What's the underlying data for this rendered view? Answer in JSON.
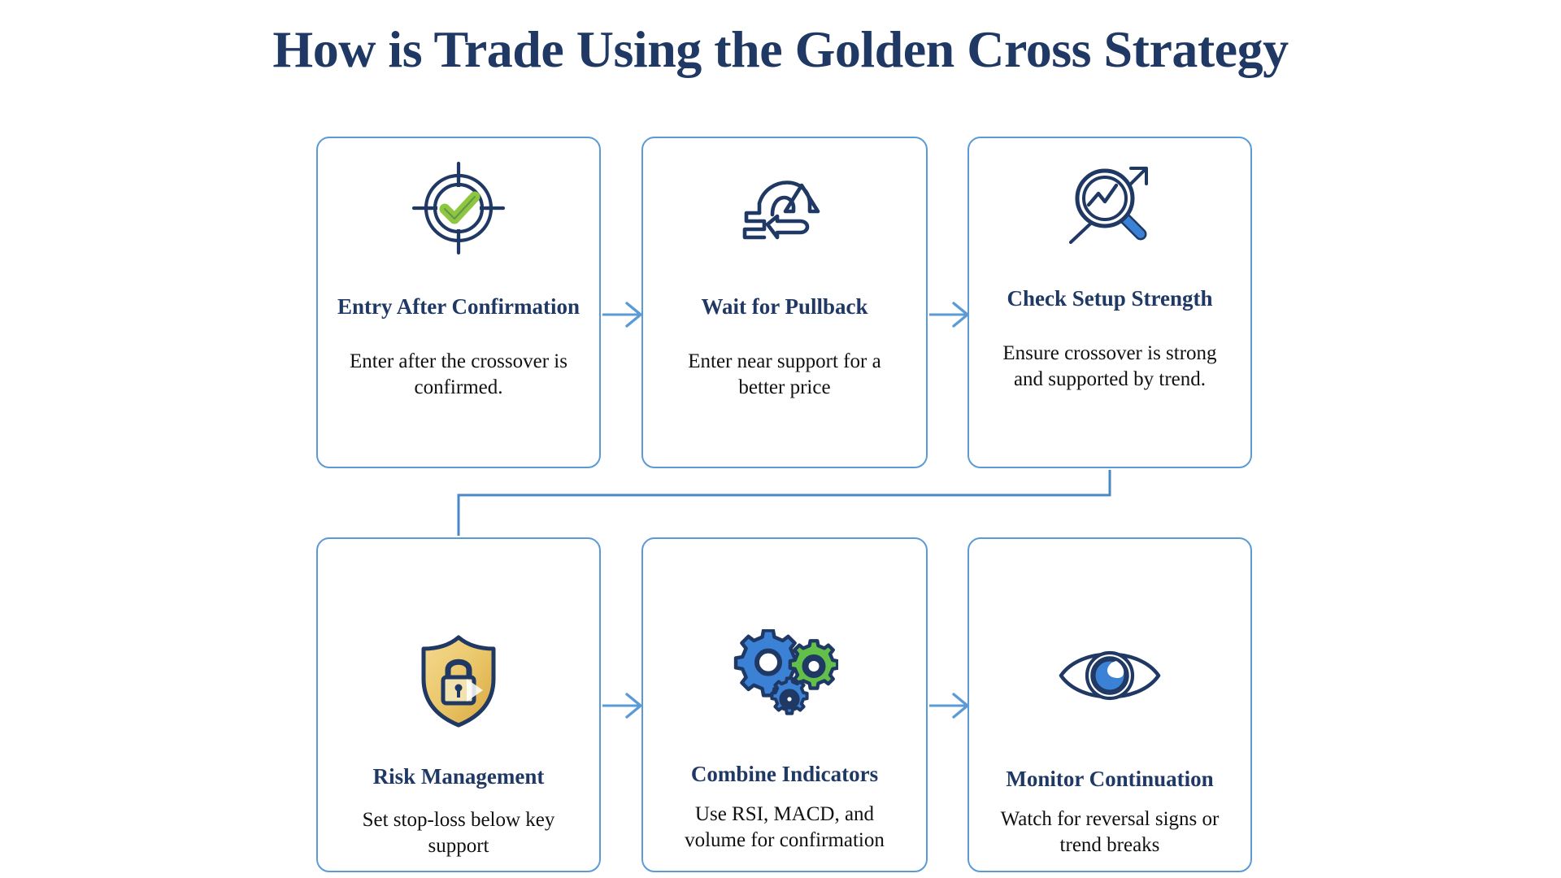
{
  "page": {
    "title": "How is Trade Using the Golden Cross Strategy",
    "background_color": "#ffffff"
  },
  "theme": {
    "title_color": "#1f3864",
    "card_title_color": "#1f3864",
    "card_border_color": "#5b9bd5",
    "card_background": "#ffffff",
    "body_text_color": "#111111",
    "connector_color": "#4a89c8",
    "arrow_color": "#5b9bd5",
    "icon_navy": "#1f3864",
    "icon_green": "#8dc63f",
    "icon_gear_green": "#62c04a",
    "icon_blue": "#3b82d6",
    "icon_gold": "#e8c168"
  },
  "flow": {
    "row1": [
      {
        "id": "entry",
        "icon": "target-check-icon",
        "title": "Entry After Confirmation",
        "description": "Enter after the crossover is confirmed."
      },
      {
        "id": "pullback",
        "icon": "pullback-arrows-icon",
        "title": "Wait for Pullback",
        "description": "Enter near support for a better price"
      },
      {
        "id": "strength",
        "icon": "magnifier-chart-icon",
        "title": "Check Setup Strength",
        "description": "Ensure crossover is strong and supported by trend."
      }
    ],
    "row2": [
      {
        "id": "risk",
        "icon": "shield-lock-icon",
        "title": "Risk Management",
        "description": "Set stop-loss below key support"
      },
      {
        "id": "combine",
        "icon": "gears-icon",
        "title": "Combine Indicators",
        "description": "Use RSI, MACD, and volume for confirmation"
      },
      {
        "id": "monitor",
        "icon": "eye-icon",
        "title": "Monitor Continuation",
        "description": "Watch for reversal signs or trend breaks"
      }
    ],
    "connectors": [
      {
        "id": "arrow-entry-to-pullback",
        "type": "arrow-right"
      },
      {
        "id": "arrow-pullback-to-strength",
        "type": "arrow-right"
      },
      {
        "id": "elbow-strength-to-risk",
        "type": "elbow-down-left"
      },
      {
        "id": "arrow-risk-to-combine",
        "type": "arrow-right"
      },
      {
        "id": "arrow-combine-to-monitor",
        "type": "arrow-right"
      }
    ]
  }
}
